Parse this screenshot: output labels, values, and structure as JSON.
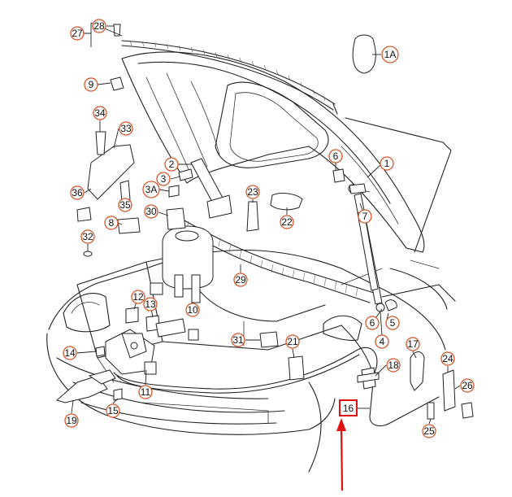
{
  "accent_color": "#d2562a",
  "highlight_color": "#e01010",
  "callouts": [
    {
      "id": "c27",
      "label": "27"
    },
    {
      "id": "c28",
      "label": "28"
    },
    {
      "id": "c1A",
      "label": "1A"
    },
    {
      "id": "c9",
      "label": "9"
    },
    {
      "id": "c34",
      "label": "34"
    },
    {
      "id": "c33",
      "label": "33"
    },
    {
      "id": "c2",
      "label": "2"
    },
    {
      "id": "c3",
      "label": "3"
    },
    {
      "id": "c3A",
      "label": "3A"
    },
    {
      "id": "c36",
      "label": "36"
    },
    {
      "id": "c35",
      "label": "35"
    },
    {
      "id": "c8",
      "label": "8"
    },
    {
      "id": "c30",
      "label": "30"
    },
    {
      "id": "c32",
      "label": "32"
    },
    {
      "id": "c23",
      "label": "23"
    },
    {
      "id": "c22",
      "label": "22"
    },
    {
      "id": "c6a",
      "label": "6"
    },
    {
      "id": "c1",
      "label": "1"
    },
    {
      "id": "c7",
      "label": "7"
    },
    {
      "id": "c29",
      "label": "29"
    },
    {
      "id": "c12",
      "label": "12"
    },
    {
      "id": "c13",
      "label": "13"
    },
    {
      "id": "c10",
      "label": "10"
    },
    {
      "id": "c6b",
      "label": "6"
    },
    {
      "id": "c5",
      "label": "5"
    },
    {
      "id": "c4",
      "label": "4"
    },
    {
      "id": "c14",
      "label": "14"
    },
    {
      "id": "c31",
      "label": "31"
    },
    {
      "id": "c21",
      "label": "21"
    },
    {
      "id": "c18",
      "label": "18"
    },
    {
      "id": "c17",
      "label": "17"
    },
    {
      "id": "c24",
      "label": "24"
    },
    {
      "id": "c26",
      "label": "26"
    },
    {
      "id": "c11",
      "label": "11"
    },
    {
      "id": "c19",
      "label": "19"
    },
    {
      "id": "c15",
      "label": "15"
    },
    {
      "id": "c25",
      "label": "25"
    }
  ],
  "highlight": {
    "label": "16"
  }
}
